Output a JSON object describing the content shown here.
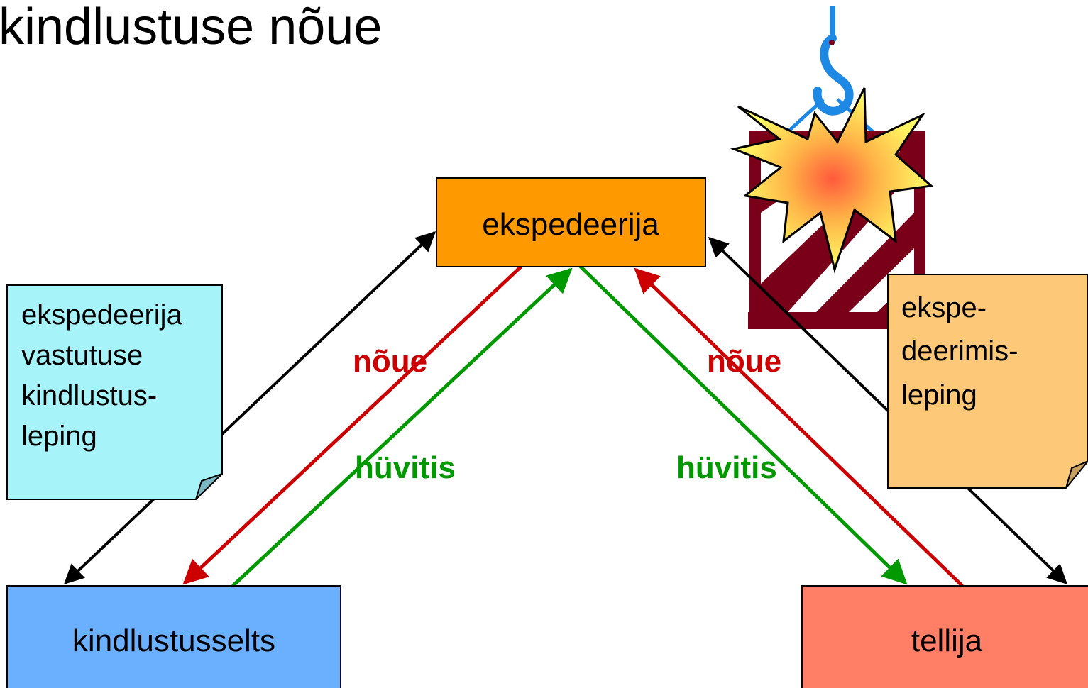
{
  "title": "kindlustuse nõue",
  "nodes": {
    "forwarder": {
      "label": "ekspedeerija",
      "color": "#FF9900"
    },
    "insurer": {
      "label": "kindlustusselts",
      "color": "#6AB0FF"
    },
    "client": {
      "label": "tellija",
      "color": "#FF7F66"
    }
  },
  "notes": {
    "liability_insurance": {
      "lines": [
        "ekspedeerija",
        "vastutuse",
        "kindlustus-",
        "leping"
      ],
      "color": "#A6F4FA"
    },
    "forwarding_contract": {
      "lines": [
        "ekspe-",
        "deerimis-",
        "leping"
      ],
      "color": "#FDC878"
    }
  },
  "flows": {
    "claim_left": {
      "label": "nõue",
      "color": "#CC0000"
    },
    "compensation_left": {
      "label": "hüvitis",
      "color": "#009900"
    },
    "claim_right": {
      "label": "nõue",
      "color": "#CC0000"
    },
    "compensation_right": {
      "label": "hüvitis",
      "color": "#009900"
    }
  },
  "icons": [
    "crane-hook-icon",
    "cargo-crate-icon",
    "explosion-icon"
  ],
  "colors": {
    "contract_link": "#000000",
    "hook": "#1E88E5",
    "crate": "#7A001A",
    "explosion_outer": "#FFFF66",
    "explosion_inner": "#FF5A3C"
  }
}
